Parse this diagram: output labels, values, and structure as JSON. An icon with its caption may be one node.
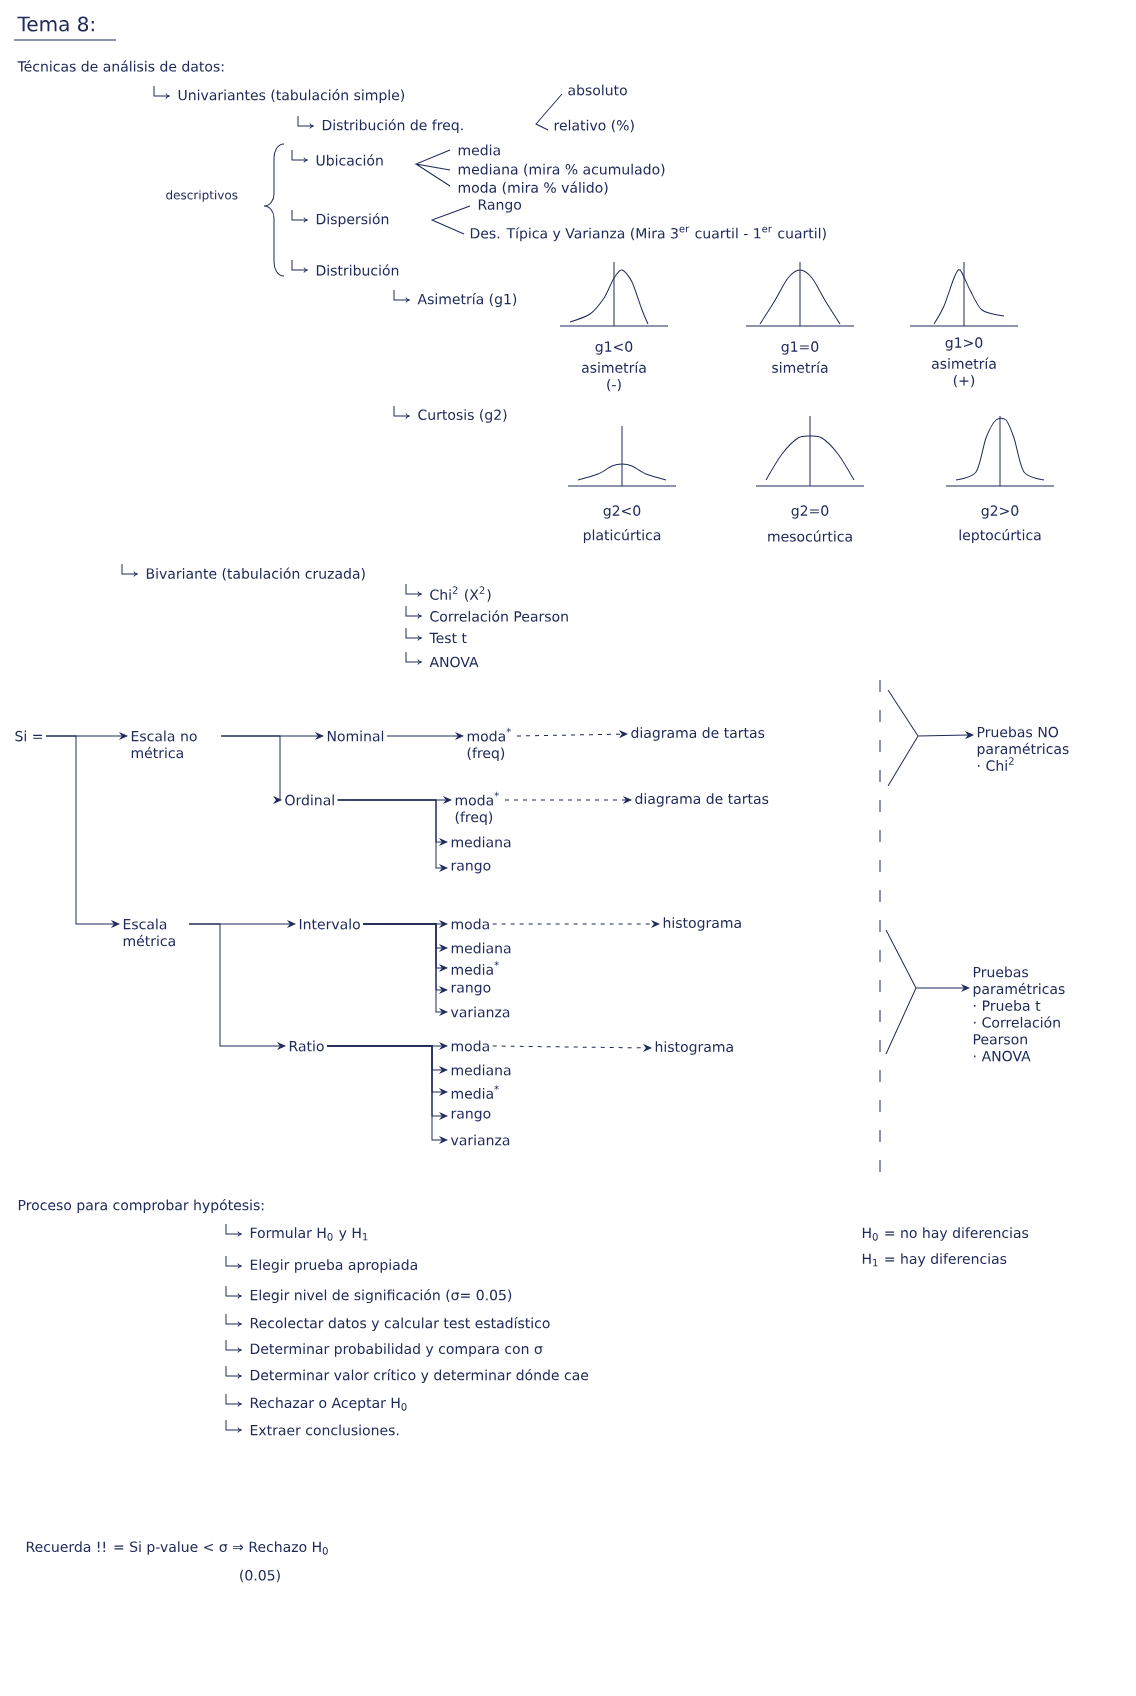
{
  "diagram": {
    "title": "Tema 8:",
    "nodes": [
      {
        "text": [
          "Si ="
        ]
      },
      {
        "text": [
          "Escala no métrica"
        ]
      },
      {
        "text": [
          "Nominal"
        ]
      },
      {
        "text": [
          "moda$^{*}$ (freq)"
        ]
      },
      {
        "text": [
          "diagrama de tartas"
        ]
      },
      {
        "text": [
          "Ordinal"
        ]
      },
      {
        "text": [
          "moda$^{*}$ (freq)"
        ]
      },
      {
        "text": [
          "diagrama de tartas"
        ]
      },
      {
        "text": [
          "mediana"
        ]
      },
      {
        "text": [
          "rango"
        ]
      },
      {
        "text": [
          "Escala métrica"
        ]
      },
      {
        "text": [
          "Intervalo"
        ]
      },
      {
        "text": [
          "moda"
        ]
      },
      {
        "text": [
          "histograma"
        ]
      },
      {
        "text": [
          "mediana"
        ]
      },
      {
        "text": [
          "media$^{*}$"
        ]
      },
      {
        "text": [
          "rango"
        ]
      },
      {
        "text": [
          "varianza"
        ]
      },
      {
        "text": [
          "Ratio"
        ]
      },
      {
        "text": [
          "moda"
        ]
      },
      {
        "text": [
          "histograma"
        ]
      },
      {
        "text": [
          "mediana"
        ]
      },
      {
        "text": [
          "media$^{*}$"
        ]
      },
      {
        "text": [
          "rango"
        ]
      },
      {
        "text": [
          "varianza"
        ]
      },
      {
        "text": [
          "Pruebas NO paramétricas",
          "· Chi$^{2}$"
        ]
      },
      {
        "text": [
          "Pruebas paramétricas",
          "· Prueba t",
          "· Correlación Pearson",
          "· ANOVA"
        ]
      }
    ],
    "edges": [
      {
        "from": 0,
        "to": 1,
        "arrow": "to"
      },
      {
        "from": 0,
        "to": 10,
        "arrow": "to"
      },
      {
        "from": 1,
        "to": 2,
        "arrow": "to"
      },
      {
        "from": 1,
        "to": 5,
        "arrow": "to"
      },
      {
        "from": 2,
        "to": 3,
        "arrow": "to"
      },
      {
        "from": 3,
        "to": 4,
        "arrow": "to",
        "style": "dashed"
      },
      {
        "from": 5,
        "to": 6,
        "arrow": "to"
      },
      {
        "from": 5,
        "to": 8,
        "arrow": "to"
      },
      {
        "from": 5,
        "to": 9,
        "arrow": "to"
      },
      {
        "from": 6,
        "to": 7,
        "arrow": "to",
        "style": "dashed"
      },
      {
        "from": 10,
        "to": 11,
        "arrow": "to"
      },
      {
        "from": 10,
        "to": 18,
        "arrow": "to"
      },
      {
        "from": 11,
        "to": 12,
        "arrow": "to"
      },
      {
        "from": 11,
        "to": 14,
        "arrow": "to"
      },
      {
        "from": 11,
        "to": 15,
        "arrow": "to"
      },
      {
        "from": 11,
        "to": 16,
        "arrow": "to"
      },
      {
        "from": 11,
        "to": 17,
        "arrow": "to"
      },
      {
        "from": 12,
        "to": 13,
        "arrow": "to",
        "style": "dashed"
      },
      {
        "from": 18,
        "to": 19,
        "arrow": "to"
      },
      {
        "from": 18,
        "to": 21,
        "arrow": "to"
      },
      {
        "from": 18,
        "to": 22,
        "arrow": "to"
      },
      {
        "from": 18,
        "to": 23,
        "arrow": "to"
      },
      {
        "from": 18,
        "to": 24,
        "arrow": "to"
      },
      {
        "from": 19,
        "to": 20,
        "arrow": "to",
        "style": "dashed"
      },
      {
        "from": null,
        "to": 25,
        "arrow": "to"
      },
      {
        "from": null,
        "to": 26,
        "arrow": "to"
      }
    ],
    "labels": [
      "Técnicas de análisis de datos:",
      "Univariantes (tabulación simple)",
      "absoluto",
      "Distribución de freq.",
      "relativo (%)",
      "descriptivos",
      "Ubicación",
      "media",
      "mediana (mira % acumulado)",
      "moda (mira % válido)",
      "Dispersión",
      "Rango",
      "Des. Típica y Varianza (Mira 3$^{er}$ cuartil - 1$^{er}$ cuartil)",
      "Distribución",
      "Asimetría (g1)",
      "g1<0",
      "asimetría (-)",
      "g1=0",
      "simetría",
      "g1>0",
      "asimetría (+)",
      "Curtosis (g2)",
      "g2<0",
      "platicúrtica",
      "g2=0",
      "mesocúrtica",
      "g2>0",
      "leptocúrtica",
      "Bivariante (tabulación cruzada)",
      "Chi$^{2}$ (X$^{2}$)",
      "Correlación Pearson",
      "Test t",
      "ANOVA",
      "Proceso para comprobar hypótesis:",
      "Formular H$_{0}$ y H$_{1}$",
      "Elegir prueba apropiada",
      "Elegir nivel de significación (σ= 0.05)",
      "Recolectar datos y calcular test estadístico",
      "Determinar probabilidad y compara con σ",
      "Determinar valor crítico y determinar dónde cae",
      "Rechazar o Aceptar H$_{0}$",
      "Extraer conclusiones.",
      "H$_{0}$ = no hay diferencias",
      "H$_{1}$ = hay diferencias",
      "Recuerda !! = Si p-value < σ ⇒ Rechazo H$_{0}$",
      "(0.05)"
    ]
  }
}
